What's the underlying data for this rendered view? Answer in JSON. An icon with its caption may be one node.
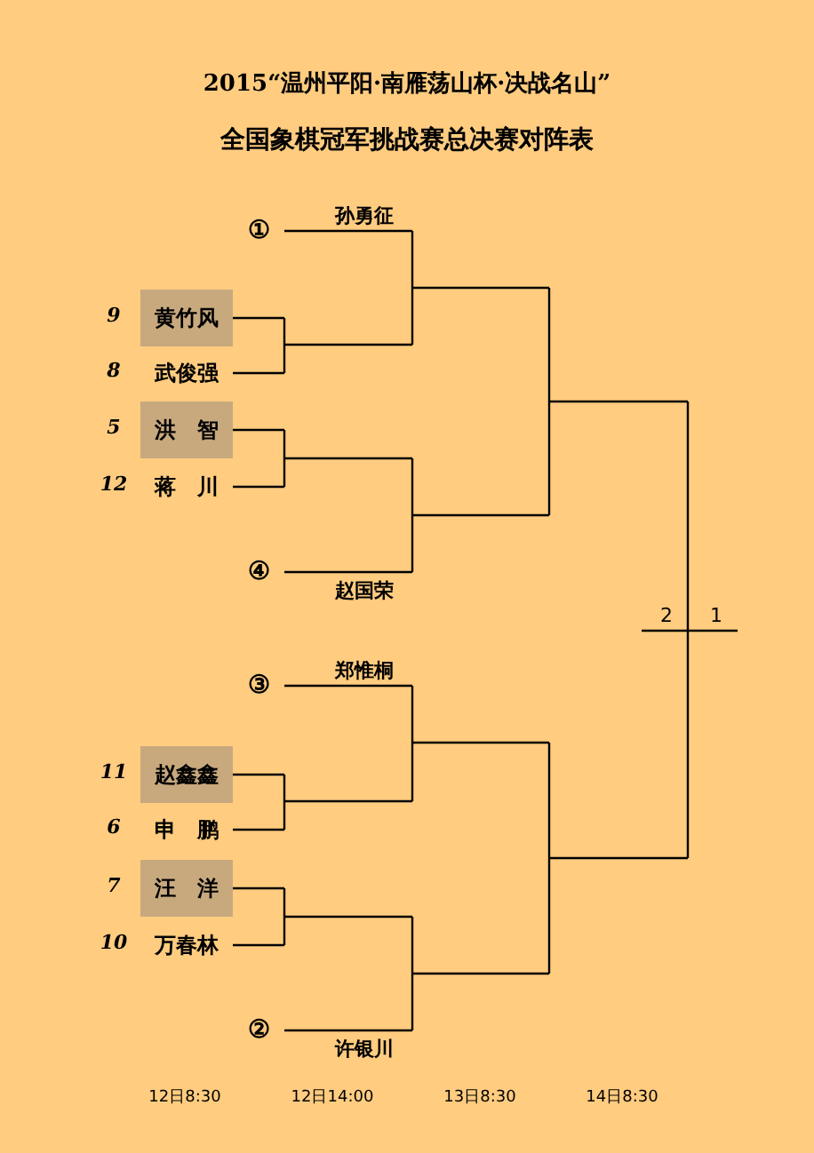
{
  "diagram": {
    "title": "2015“温州平阳·南雁荡山杯·决战名山”",
    "nodes": [
      {
        "text": [
          "孙勇征"
        ],
        "beside": [
          "①"
        ]
      },
      {
        "text": [
          "黄竹风"
        ],
        "beside": [
          "9"
        ]
      },
      {
        "text": [
          "武俊强"
        ],
        "beside": [
          "8"
        ]
      },
      {
        "text": [
          "洪　智"
        ],
        "beside": [
          "5"
        ]
      },
      {
        "text": [
          "蒋　川"
        ],
        "beside": [
          "12"
        ]
      },
      {
        "text": [
          "赵国荣"
        ],
        "beside": [
          "④"
        ]
      },
      {
        "text": [
          "郑惟桐"
        ],
        "beside": [
          "③"
        ]
      },
      {
        "text": [
          "赵鑫鑫"
        ],
        "beside": [
          "11"
        ]
      },
      {
        "text": [
          "申　鹏"
        ],
        "beside": [
          "6"
        ]
      },
      {
        "text": [
          "汪　洋"
        ],
        "beside": [
          "7"
        ]
      },
      {
        "text": [
          "万春林"
        ],
        "beside": [
          "10"
        ]
      },
      {
        "text": [
          "许银川"
        ],
        "beside": [
          "②"
        ]
      }
    ],
    "labels": [
      "全国象棋冠军挑战赛总决赛对阵表",
      "2",
      "1",
      "12日8:30",
      "12日14:00",
      "13日8:30",
      "14日8:30"
    ]
  }
}
